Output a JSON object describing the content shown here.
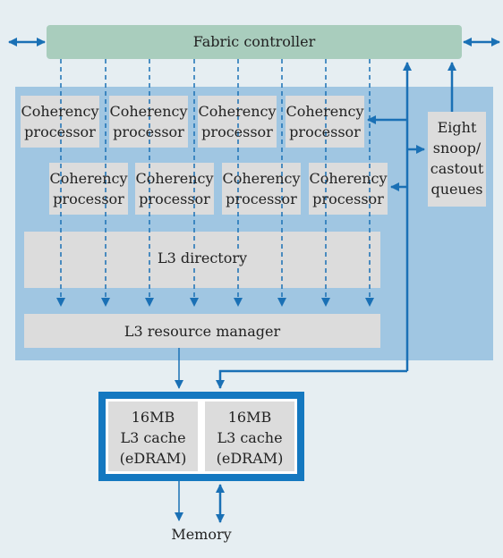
{
  "fabric_controller": "Fabric controller",
  "coherency_processors_top": [
    {
      "line1": "Coherency",
      "line2": "processor"
    },
    {
      "line1": "Coherency",
      "line2": "processor"
    },
    {
      "line1": "Coherency",
      "line2": "processor"
    },
    {
      "line1": "Coherency",
      "line2": "processor"
    }
  ],
  "coherency_processors_bottom": [
    {
      "line1": "Coherency",
      "line2": "processor"
    },
    {
      "line1": "Coherency",
      "line2": "processor"
    },
    {
      "line1": "Coherency",
      "line2": "processor"
    },
    {
      "line1": "Coherency",
      "line2": "processor"
    }
  ],
  "snoop_queues": [
    "Eight",
    "snoop/",
    "castout",
    "queues"
  ],
  "l3_directory": "L3 directory",
  "l3_resource_manager": "L3 resource manager",
  "l3_caches": [
    {
      "line1": "16MB",
      "line2": "L3 cache",
      "line3": "(eDRAM)"
    },
    {
      "line1": "16MB",
      "line2": "L3 cache",
      "line3": "(eDRAM)"
    }
  ],
  "memory": "Memory",
  "colors": {
    "background": "#e6eef2",
    "fabric_green": "#a9cdbd",
    "region_blue": "#a0c6e2",
    "box_gray": "#dcdcdc",
    "arrow_blue": "#1a70b5",
    "cache_frame": "#1478c0"
  }
}
